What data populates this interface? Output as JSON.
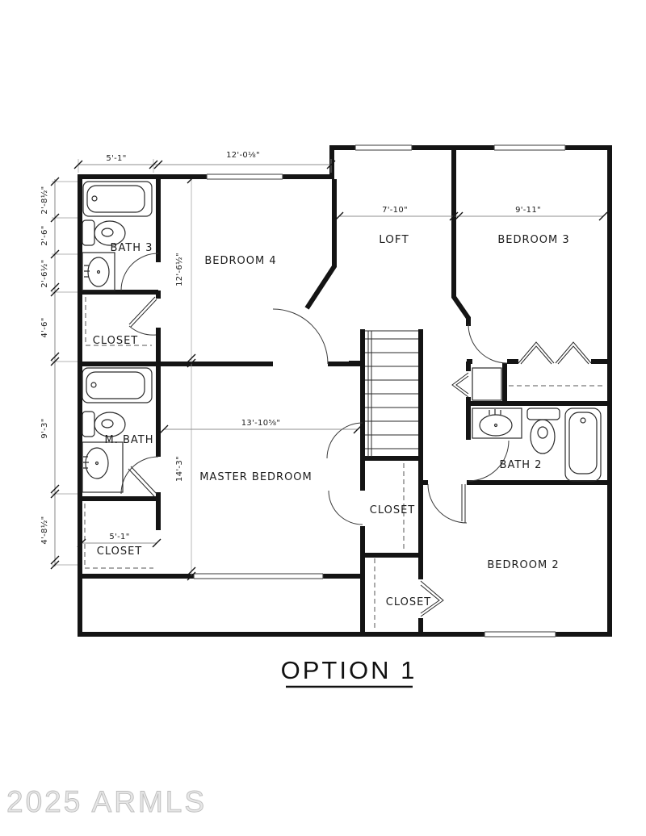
{
  "title": "OPTION 1",
  "watermark": "2025 ARMLS",
  "colors": {
    "line": "#141414",
    "watermark": "#e6e6e6"
  },
  "rooms": {
    "bath3": "BATH 3",
    "bedroom4": "BEDROOM 4",
    "loft": "LOFT",
    "bedroom3": "BEDROOM 3",
    "closet_upper_left": "CLOSET",
    "m_bath": "M. BATH",
    "master": "MASTER BEDROOM",
    "master_closet": "CLOSET",
    "bath2": "BATH 2",
    "closet_lower_left": "CLOSET",
    "closet_bottom": "CLOSET",
    "bedroom2": "BEDROOM 2"
  },
  "dims": {
    "top_closet_width": "5'-1\"",
    "bedroom4_width": "12'-0⅛\"",
    "loft_width": "7'-10\"",
    "bedroom3_width": "9'-11\"",
    "left_1": "2'-8½\"",
    "left_2": "2'-6\"",
    "left_3": "2'-6½\"",
    "left_4": "4'-6\"",
    "left_5": "9'-3\"",
    "left_6": "4'-8½\"",
    "bedroom4_depth": "12'-6½\"",
    "master_width": "13'-10⅝\"",
    "master_depth": "14'-3\"",
    "bottom_closet_width": "5'-1\""
  }
}
